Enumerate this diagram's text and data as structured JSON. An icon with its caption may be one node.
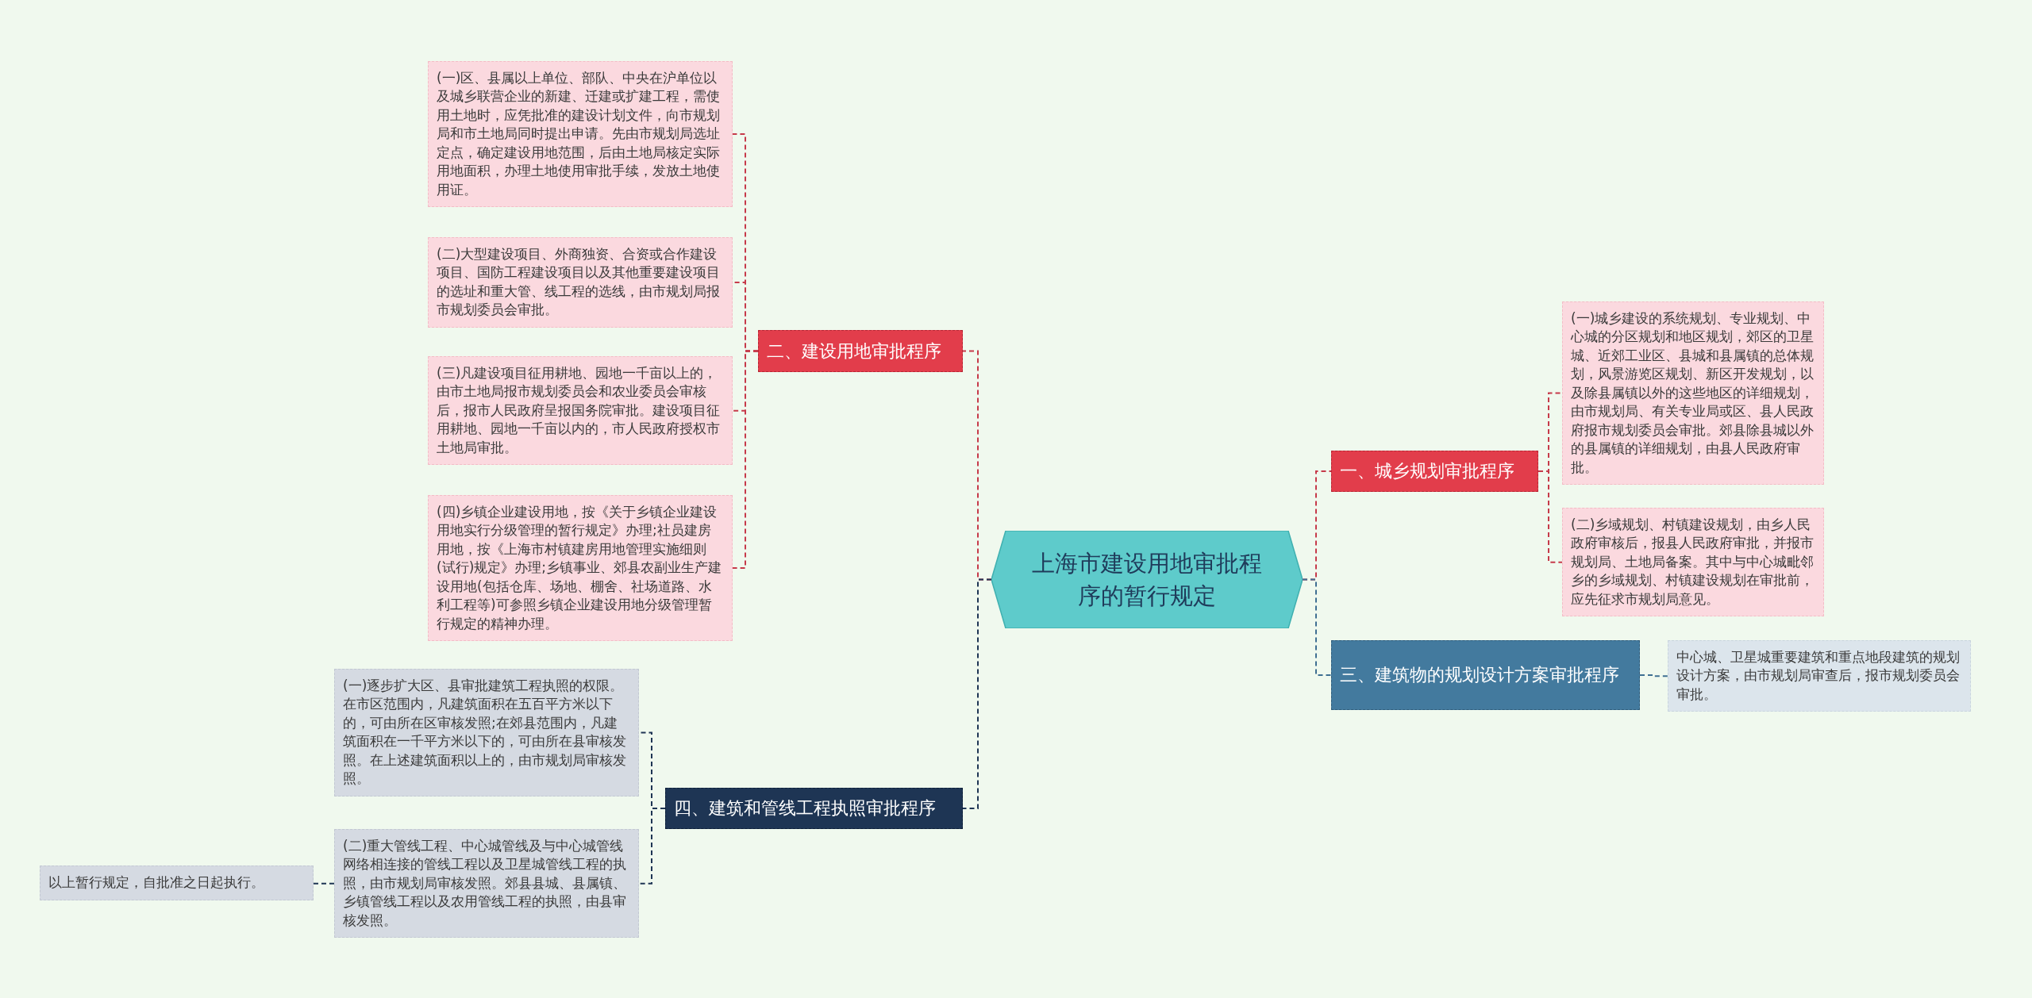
{
  "diagram": {
    "nodes": [
      {
        "text": [
          "上海市建设用地审批程序的暂行规定"
        ]
      },
      {
        "text": [
          "一、城乡规划审批程序"
        ]
      },
      {
        "text": [
          "(一)城乡建设的系统规划、专业规划、中心城的分区规划和地区规划，郊区的卫星城、近郊工业区、县城和县属镇的总体规划，风景游览区规划、新区开发规划，以及除县属镇以外的这些地区的详细规划，由市规划局、有关专业局或区、县人民政府报市规划委员会审批。郊县除县城以外的县属镇的详细规划，由县人民政府审批。"
        ]
      },
      {
        "text": [
          "(二)乡域规划、村镇建设规划，由乡人民政府审核后，报县人民政府审批，并报市规划局、土地局备案。其中与中心城毗邻乡的乡域规划、村镇建设规划在审批前，应先征求市规划局意见。"
        ]
      },
      {
        "text": [
          "三、建筑物的规划设计方案审批程序"
        ]
      },
      {
        "text": [
          "中心城、卫星城重要建筑和重点地段建筑的规划设计方案，由市规划局审查后，报市规划委员会审批。"
        ]
      },
      {
        "text": [
          "二、建设用地审批程序"
        ]
      },
      {
        "text": [
          "(一)区、县属以上单位、部队、中央在沪单位以及城乡联营企业的新建、迁建或扩建工程，需使用土地时，应凭批准的建设计划文件，向市规划局和市土地局同时提出申请。先由市规划局选址定点，确定建设用地范围，后由土地局核定实际用地面积，办理土地使用审批手续，发放土地使用证。"
        ]
      },
      {
        "text": [
          "(二)大型建设项目、外商独资、合资或合作建设项目、国防工程建设项目以及其他重要建设项目的选址和重大管、线工程的选线，由市规划局报市规划委员会审批。"
        ]
      },
      {
        "text": [
          "(三)凡建设项目征用耕地、园地一千亩以上的，由市土地局报市规划委员会和农业委员会审核后，报市人民政府呈报国务院审批。建设项目征用耕地、园地一千亩以内的，市人民政府授权市土地局审批。"
        ]
      },
      {
        "text": [
          "(四)乡镇企业建设用地，按《关于乡镇企业建设用地实行分级管理的暂行规定》办理;社员建房用地，按《上海市村镇建房用地管理实施细则(试行)规定》办理;乡镇事业、郊县农副业生产建设用地(包括仓库、场地、棚舍、社场道路、水利工程等)可参照乡镇企业建设用地分级管理暂行规定的精神办理。"
        ]
      },
      {
        "text": [
          "四、建筑和管线工程执照审批程序"
        ]
      },
      {
        "text": [
          "(一)逐步扩大区、县审批建筑工程执照的权限。在市区范围内，凡建筑面积在五百平方米以下的，可由所在区审核发照;在郊县范围内，凡建筑面积在一千平方米以下的，可由所在县审核发照。在上述建筑面积以上的，由市规划局审核发照。"
        ]
      },
      {
        "text": [
          "(二)重大管线工程、中心城管线及与中心城管线网络相连接的管线工程以及卫星城管线工程的执照，由市规划局审核发照。郊县县城、县属镇、乡镇管线工程以及农用管线工程的执照，由县审核发照。"
        ]
      },
      {
        "text": [
          "以上暂行规定，自批准之日起执行。"
        ]
      }
    ],
    "edges": [
      {
        "from": 0,
        "to": 1,
        "arrow": "none",
        "style": "dashed"
      },
      {
        "from": 1,
        "to": 2,
        "arrow": "none",
        "style": "dashed"
      },
      {
        "from": 1,
        "to": 3,
        "arrow": "none",
        "style": "dashed"
      },
      {
        "from": 0,
        "to": 4,
        "arrow": "none",
        "style": "dashed",
        "color": "#3f6f92"
      },
      {
        "from": 4,
        "to": 5,
        "arrow": "none",
        "style": "dashed",
        "color": "#3f6f92"
      },
      {
        "from": 0,
        "to": 6,
        "arrow": "none",
        "style": "dashed"
      },
      {
        "from": 6,
        "to": 7,
        "arrow": "none",
        "style": "dashed"
      },
      {
        "from": 6,
        "to": 8,
        "arrow": "none",
        "style": "dashed"
      },
      {
        "from": 6,
        "to": 9,
        "arrow": "none",
        "style": "dashed"
      },
      {
        "from": 6,
        "to": 10,
        "arrow": "none",
        "style": "dashed"
      },
      {
        "from": 0,
        "to": 11,
        "arrow": "none",
        "style": "dashed",
        "color": "#1e3554"
      },
      {
        "from": 11,
        "to": 12,
        "arrow": "none",
        "style": "dashed",
        "color": "#1e3554"
      },
      {
        "from": 11,
        "to": 13,
        "arrow": "none",
        "style": "dashed",
        "color": "#1e3554"
      },
      {
        "from": 13,
        "to": 14,
        "arrow": "none",
        "style": "dashed",
        "color": "#1e3554"
      }
    ]
  }
}
